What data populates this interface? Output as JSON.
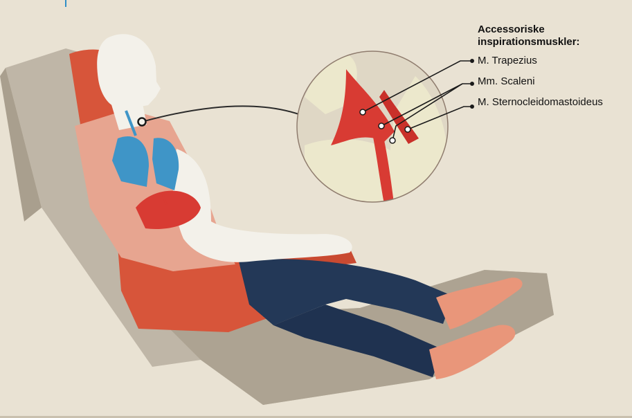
{
  "legend": {
    "title": "Accessoriske inspirationsmuskler:",
    "items": [
      {
        "label": "M. Trapezius"
      },
      {
        "label": "Mm. Scaleni"
      },
      {
        "label": "M. Sternocleidomastoideus"
      }
    ]
  },
  "colors": {
    "background": "#e9e2d3",
    "chair": "#bfb6a7",
    "cushion": "#d7553a",
    "skin": "#f3f1ea",
    "shirt": "#e7a590",
    "jeans": "#233857",
    "muscle": "#d83b33",
    "bone": "#ece8cc",
    "lung": "#3f95c7",
    "accent_line": "#2f8fc7"
  },
  "icons": [
    "callout-circle-icon",
    "callout-dot-icon"
  ]
}
